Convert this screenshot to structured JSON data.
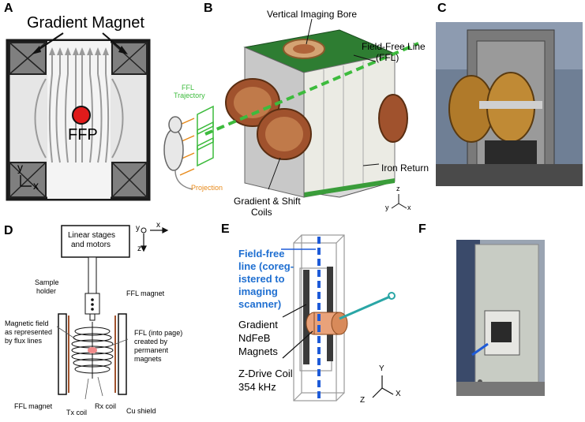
{
  "panels": {
    "a": {
      "label": "A",
      "title": "Gradient Magnet",
      "ffp": "FFP",
      "axis_y": "y",
      "axis_x": "x"
    },
    "b": {
      "label": "B",
      "bore": "Vertical Imaging Bore",
      "ffl_line1": "Field-Free Line",
      "ffl_line2": "(FFL)",
      "traj_line1": "FFL",
      "traj_line2": "Trajectory",
      "projection": "Projection",
      "iron": "Iron Return",
      "coils_line1": "Gradient & Shift",
      "coils_line2": "Coils",
      "axis_z": "z",
      "axis_y": "y",
      "axis_x": "x"
    },
    "c": {
      "label": "C"
    },
    "d": {
      "label": "D",
      "stages_line1": "Linear stages",
      "stages_line2": "and motors",
      "axis_y": "y",
      "axis_x": "x",
      "axis_z": "z",
      "sample_line1": "Sample",
      "sample_line2": "holder",
      "ffl_magnet_top": "FFL magnet",
      "field_line1": "Magnetic field",
      "field_line2": "as represented",
      "field_line3": "by flux lines",
      "ffl_into_line1": "FFL (into page)",
      "ffl_into_line2": "created by",
      "ffl_into_line3": "permanent",
      "ffl_into_line4": "magnets",
      "ffl_magnet_bottom": "FFL magnet",
      "tx_coil": "Tx coil",
      "rx_coil": "Rx coil",
      "cu_shield": "Cu shield"
    },
    "e": {
      "label": "E",
      "ffl_line1": "Field-free",
      "ffl_line2": "line (coreg-",
      "ffl_line3": "istered to",
      "ffl_line4": "imaging",
      "ffl_line5": "scanner)",
      "grad_line1": "Gradient",
      "grad_line2": "NdFeB",
      "grad_line3": "Magnets",
      "coil_line1": "Z-Drive Coil",
      "coil_line2": "354 kHz",
      "axis_y": "Y",
      "axis_x": "X",
      "axis_z": "Z"
    },
    "f": {
      "label": "F"
    }
  },
  "colors": {
    "magnet_block": "#808080",
    "magnet_frame": "#2b2b2b",
    "ffp_red": "#e01b1b",
    "green_top": "#2e7d32",
    "ffl_green": "#3dbb3d",
    "copper": "#a0522d",
    "projection_orange": "#e88a1a",
    "ffl_blue": "#1e5bd8",
    "text_blue": "#1f6fd1"
  }
}
